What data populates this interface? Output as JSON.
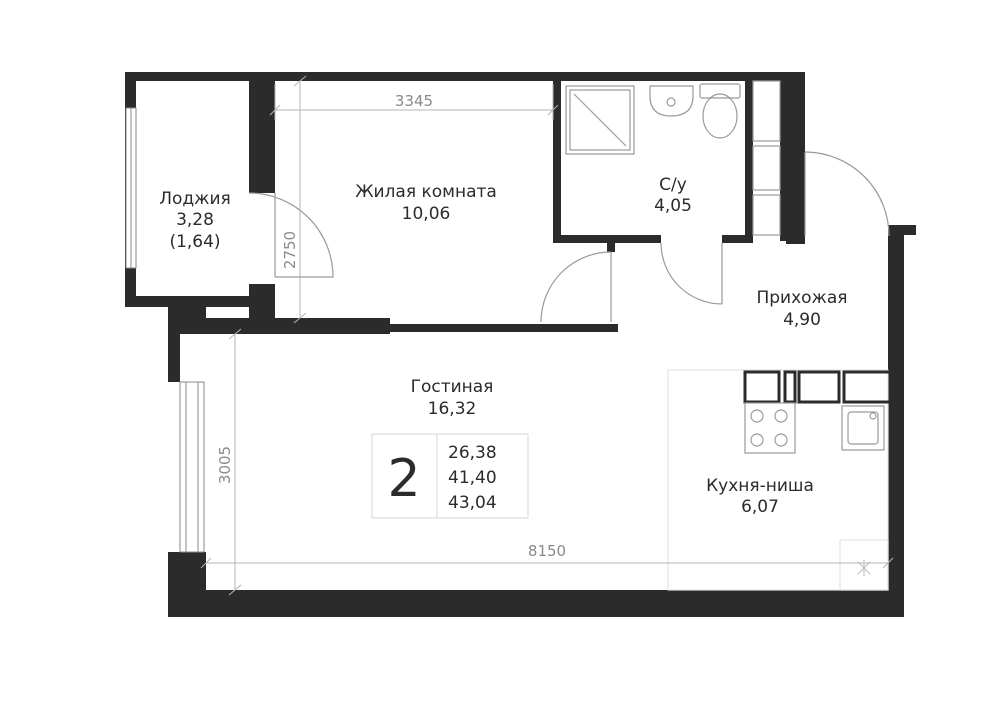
{
  "rooms": {
    "loggia": {
      "name": "Лоджия",
      "area": "3,28",
      "area_note": "(1,64)"
    },
    "bedroom": {
      "name": "Жилая комната",
      "area": "10,06"
    },
    "bathroom": {
      "name": "С/у",
      "area": "4,05"
    },
    "hallway": {
      "name": "Прихожая",
      "area": "4,90"
    },
    "living": {
      "name": "Гостиная",
      "area": "16,32"
    },
    "kitchen": {
      "name": "Кухня-ниша",
      "area": "6,07"
    }
  },
  "dimensions": {
    "bedroom_width": "3345",
    "bedroom_depth": "2750",
    "living_depth": "3005",
    "total_width": "8150"
  },
  "summary": {
    "rooms_count": "2",
    "living_area": "26,38",
    "total_area": "41,40",
    "total_area_with_loggia": "43,04"
  },
  "colors": {
    "wall": "#2b2b2b",
    "dimension_line": "#b5b5b5",
    "fixture_line": "#9a9a9a",
    "text": "#2b2b2b"
  }
}
